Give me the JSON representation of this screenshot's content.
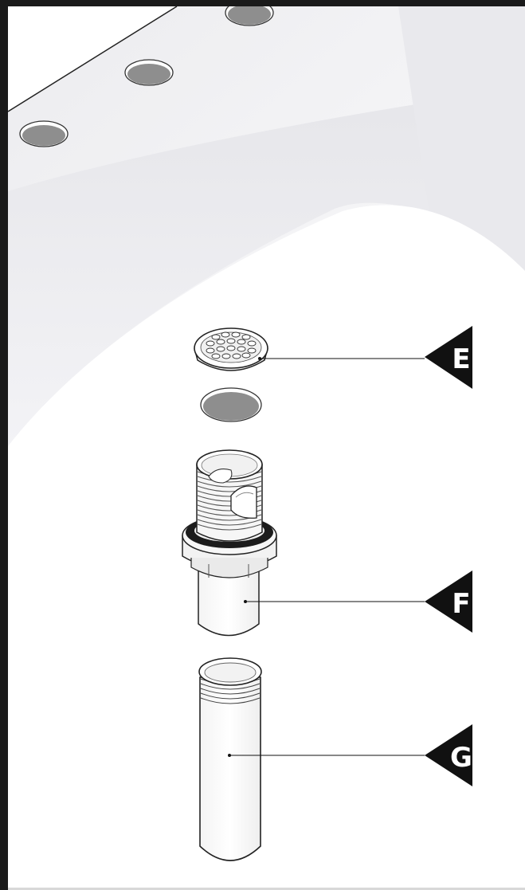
{
  "callouts": [
    {
      "letter": "E",
      "part": "drain-strainer-grid"
    },
    {
      "letter": "F",
      "part": "drain-body-with-gasket"
    },
    {
      "letter": "G",
      "part": "tailpiece"
    }
  ],
  "colors": {
    "frame": "#1a1a1a",
    "callout_fill": "#111111",
    "sink_shade": "#e9e9ec",
    "hole_fill": "#8e8e8e",
    "gasket": "#1c1c1c"
  }
}
